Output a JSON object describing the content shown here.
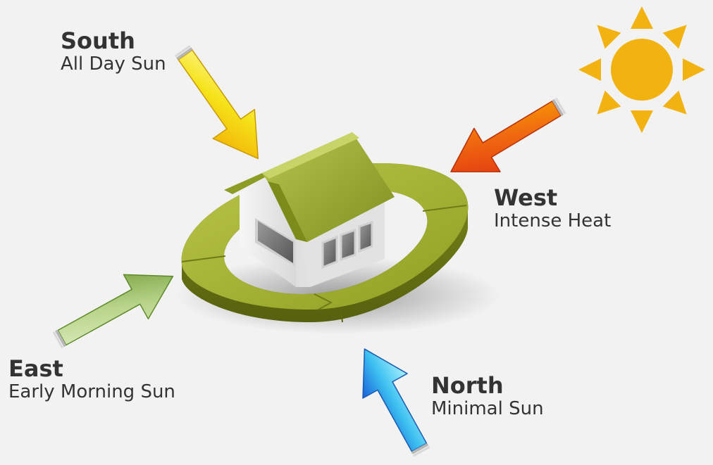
{
  "directions": {
    "south": {
      "heading": "South",
      "description": "All Day Sun"
    },
    "west": {
      "heading": "West",
      "description": "Intense Heat"
    },
    "east": {
      "heading": "East",
      "description": "Early Morning Sun"
    },
    "north": {
      "heading": "North",
      "description": "Minimal Sun"
    }
  },
  "colors": {
    "background": "#f2f2f2",
    "text": "#333333",
    "sun": "#f2b310",
    "ring": "#a6b42c",
    "roof": "#9bab2e",
    "house_wall": "#e6e6e6",
    "arrow_south": "#f4c800",
    "arrow_west": "#e84010",
    "arrow_east": "#88ad4a",
    "arrow_north": "#2c9ae8"
  },
  "icons": [
    "sun-icon",
    "house-icon",
    "rotation-ring",
    "south-arrow",
    "west-arrow",
    "east-arrow",
    "north-arrow"
  ]
}
